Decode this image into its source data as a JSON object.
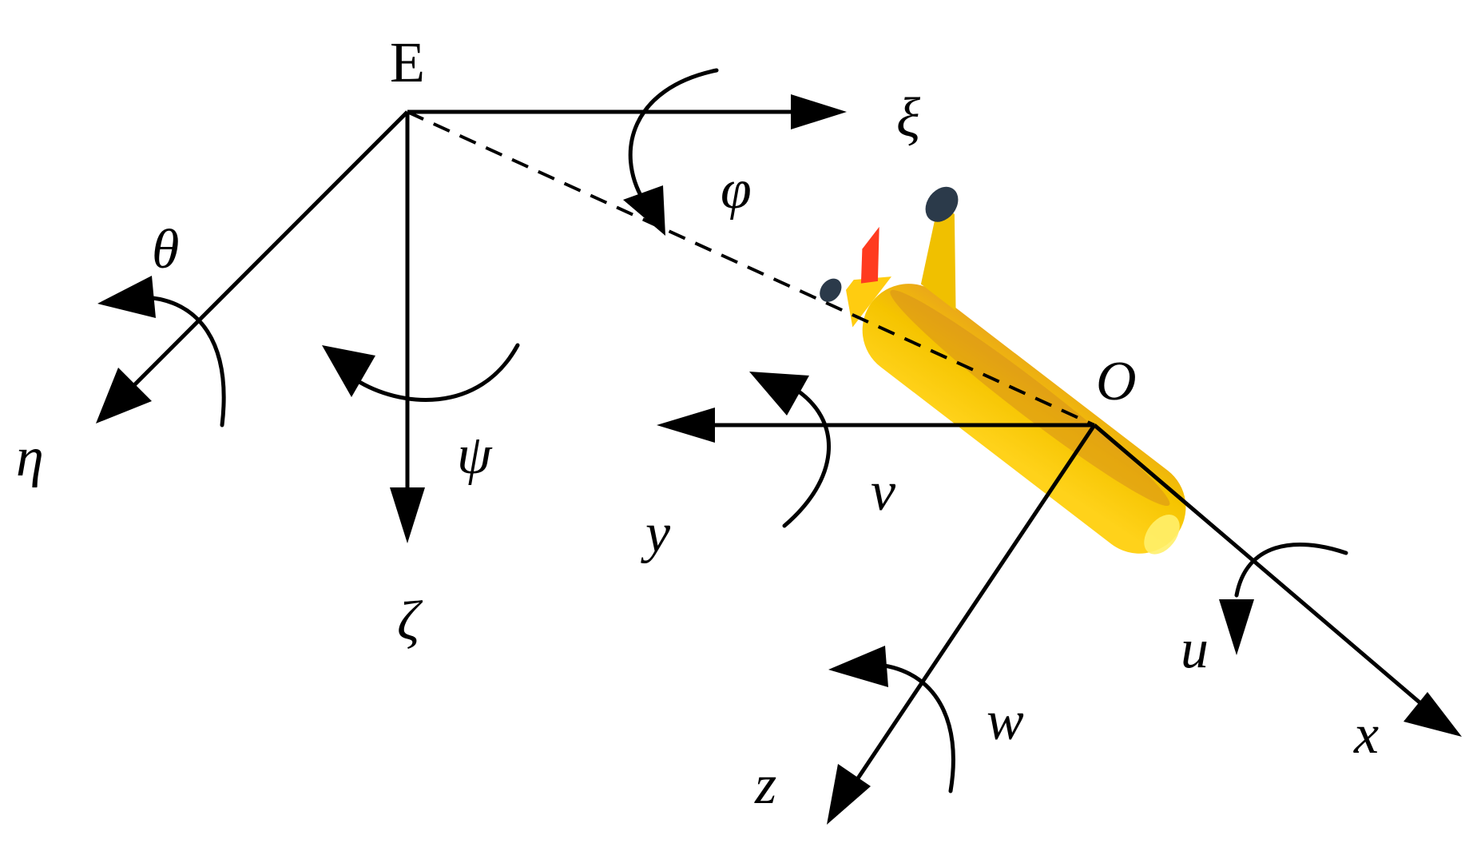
{
  "labels": {
    "E": "E",
    "xi": "ξ",
    "eta": "η",
    "zeta": "ζ",
    "phi": "φ",
    "theta": "θ",
    "psi": "ψ",
    "O": "O",
    "x": "x",
    "y": "y",
    "z": "z",
    "u": "u",
    "v": "v",
    "w": "w"
  },
  "colors": {
    "line": "#000000",
    "vehicle_body": "#f2c100",
    "vehicle_shade": "#c98a10",
    "vehicle_nose": "#ff3b1f",
    "propeller": "#2b3a4a"
  }
}
